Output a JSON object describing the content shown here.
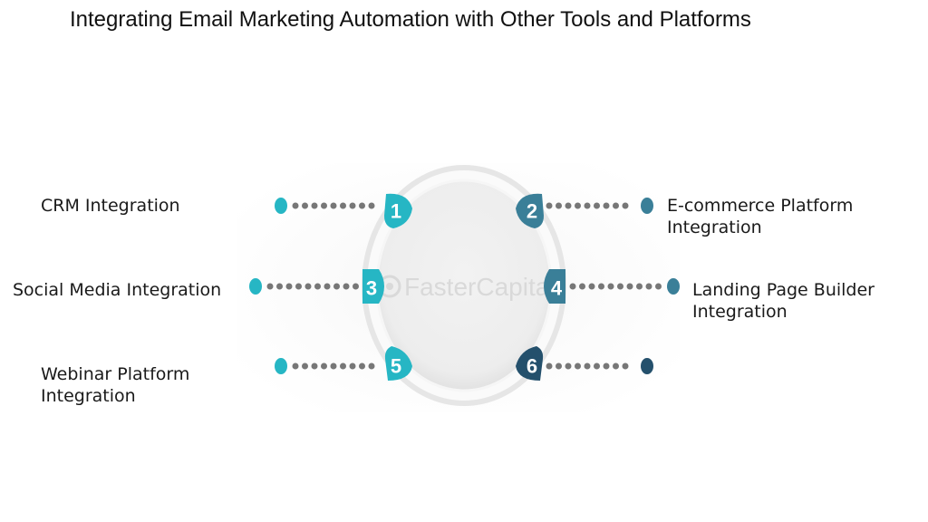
{
  "title": "Integrating Email Marketing Automation with Other Tools and Platforms",
  "watermark": "FasterCapital",
  "colors": {
    "teal": "#26b6c4",
    "steel": "#3a7f98",
    "navy": "#24506c"
  },
  "items": [
    {
      "number": "1",
      "label": "CRM Integration"
    },
    {
      "number": "2",
      "label": "E-commerce Platform Integration"
    },
    {
      "number": "3",
      "label": "Social Media Integration"
    },
    {
      "number": "4",
      "label": "Landing Page Builder Integration"
    },
    {
      "number": "5",
      "label": "Webinar Platform Integration"
    },
    {
      "number": "6",
      "label": ""
    }
  ]
}
